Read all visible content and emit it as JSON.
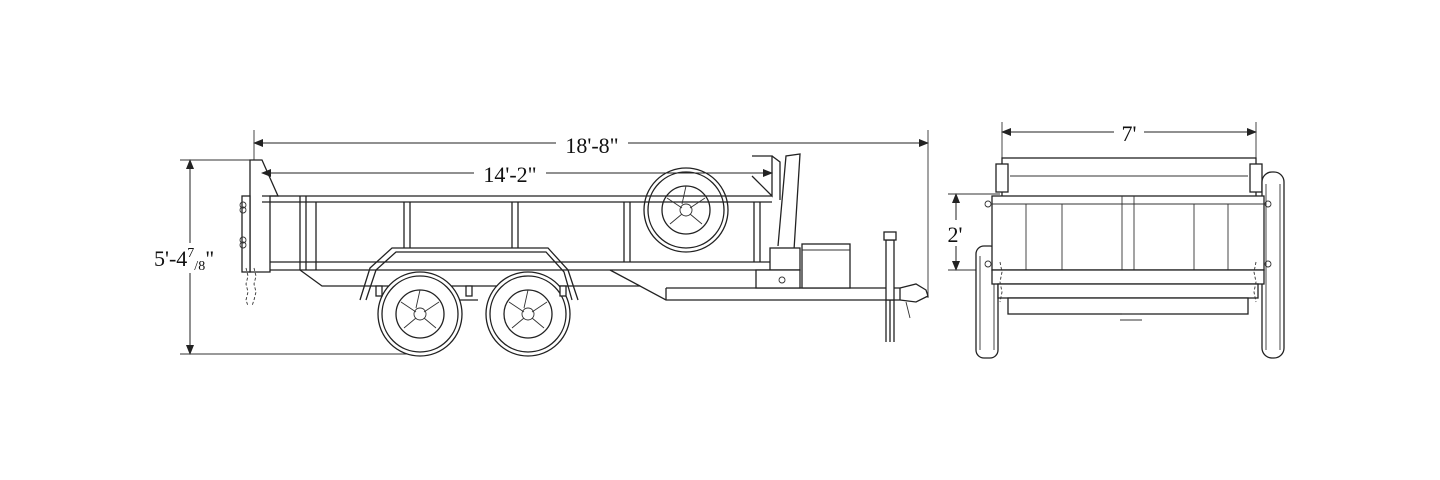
{
  "dimensions": {
    "overall_length": "18'-8\"",
    "bed_length": "14'-2\"",
    "overall_height_main": "5'-4",
    "overall_height_num": "7",
    "overall_height_den": "8",
    "overall_height_end": "\"",
    "overall_width": "7'",
    "side_height": "2'"
  }
}
